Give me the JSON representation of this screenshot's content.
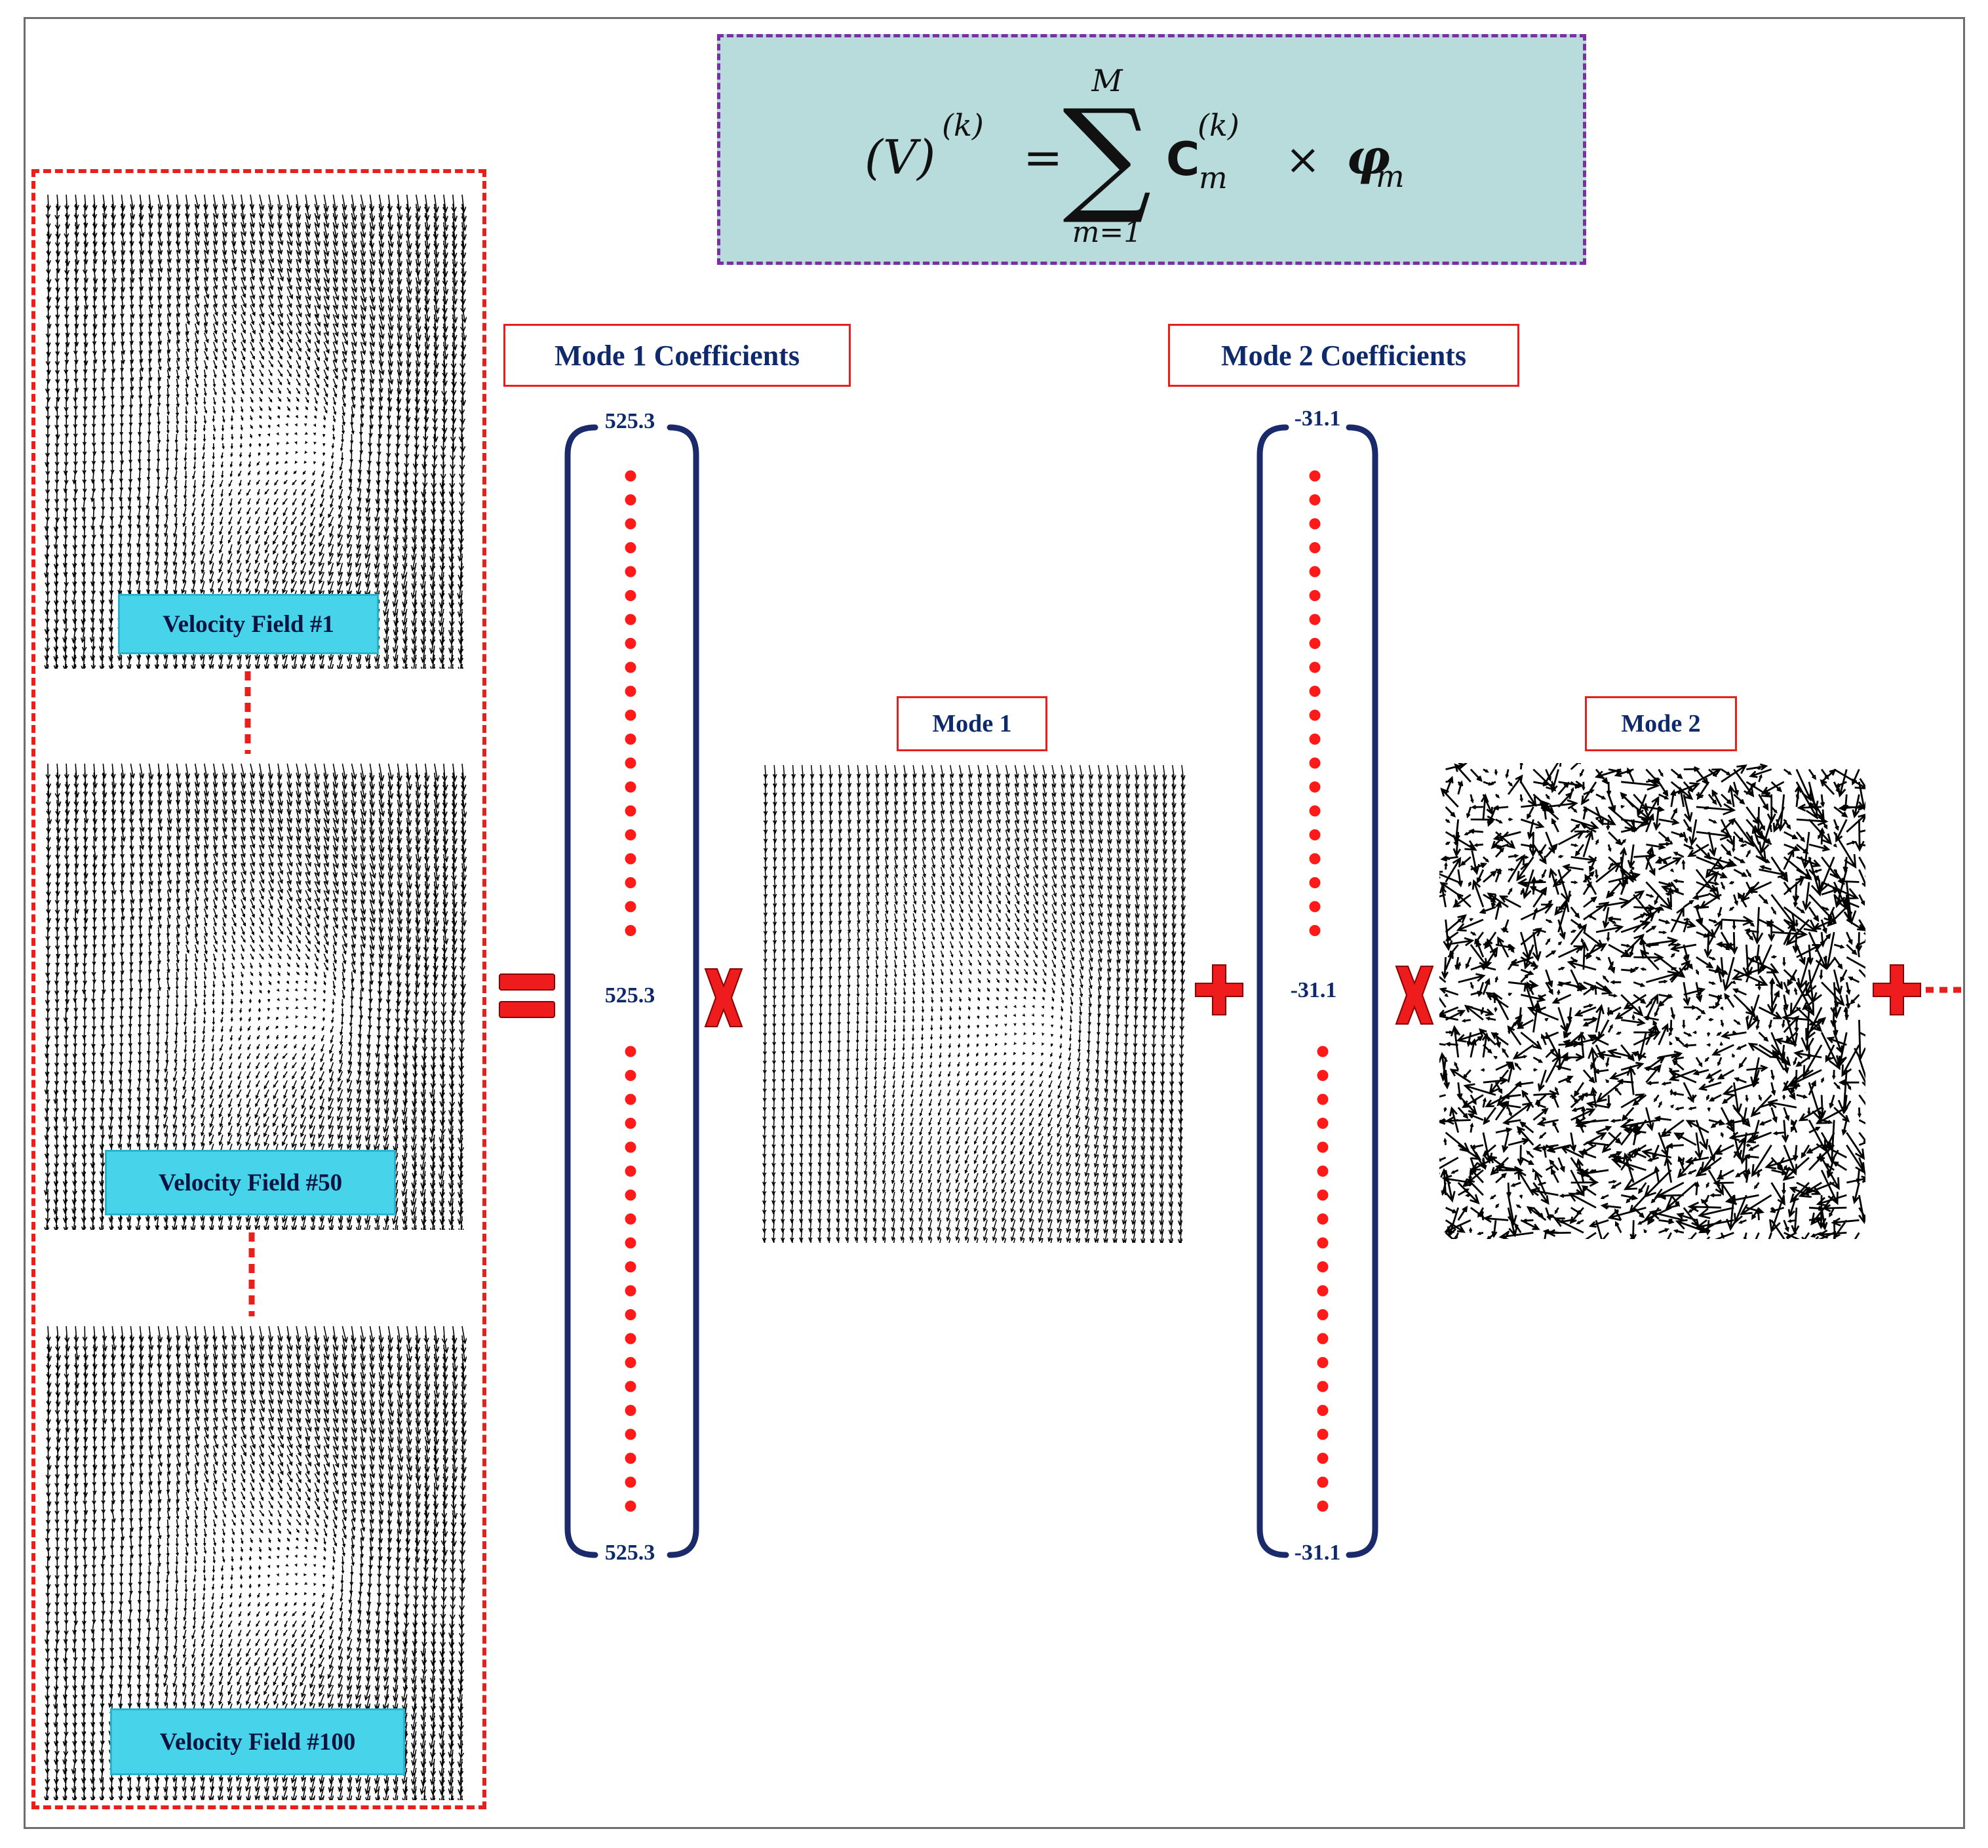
{
  "formula": {
    "lhs": "(V)",
    "lhs_sup": "(k)",
    "equals": "=",
    "sum_upper": "M",
    "sum_lower": "m=1",
    "coef": "C",
    "coef_sub": "m",
    "coef_sup": "(k)",
    "times": "×",
    "phi": "φ",
    "phi_sub": "m"
  },
  "velocity_fields": [
    {
      "label": "Velocity Field #1"
    },
    {
      "label": "Velocity Field #50"
    },
    {
      "label": "Velocity Field #100"
    }
  ],
  "mode1": {
    "coefficients_label": "Mode 1 Coefficients",
    "top_value": "525.3",
    "mid_value": "525.3",
    "bottom_value": "525.3",
    "mode_label": "Mode 1"
  },
  "mode2": {
    "coefficients_label": "Mode 2 Coefficients",
    "top_value": "-31.1",
    "mid_value": "-31.1",
    "bottom_value": "-31.1",
    "mode_label": "Mode 2"
  },
  "colors": {
    "dashed_frame": "#e8201c",
    "formula_background": "#b7dcdb",
    "formula_border": "#7b2fa0",
    "bracket": "#1b2a6b",
    "dots": "#ff1a1a",
    "operator_fill": "#ee1c1c",
    "label_background": "#47d4ea",
    "vector_color": "#000000"
  },
  "icons": [
    "equals-icon",
    "multiply-icon",
    "plus-icon",
    "continuation-dots-icon"
  ]
}
